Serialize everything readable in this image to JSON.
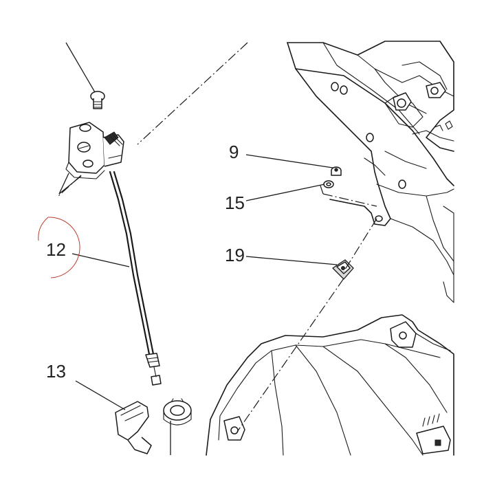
{
  "diagram": {
    "callouts": {
      "c9": "9",
      "c12": "12",
      "c13": "13",
      "c15": "15",
      "c19": "19"
    },
    "highlight_color": "#c0392b",
    "line_color": "#1a1a1a"
  }
}
